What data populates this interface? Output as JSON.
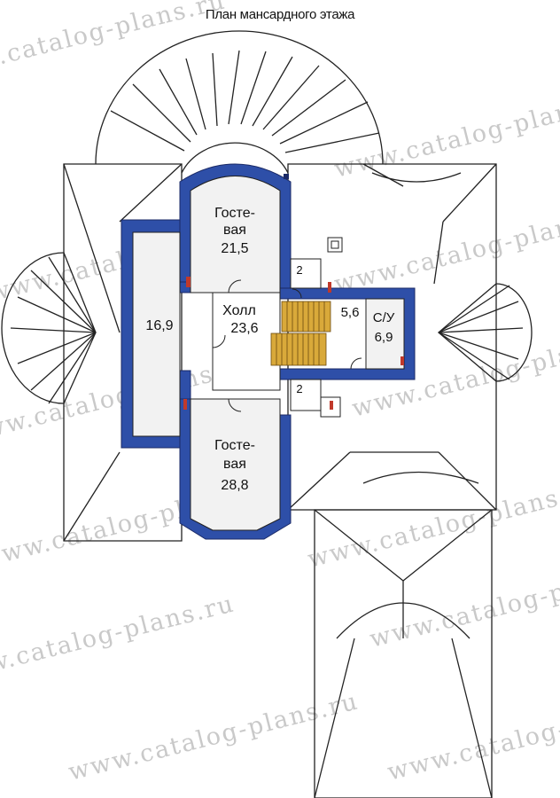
{
  "title": "План мансардного этажа",
  "watermark": "www.catalog-plans.ru",
  "colors": {
    "wall": "#2e4fa8",
    "wall_outline": "#1b2a66",
    "roof_line": "#222222",
    "room_fill": "#f2f2f2",
    "stair_fill": "#d9a93a",
    "door_red": "#c0392b",
    "watermark": "#c9c9c9"
  },
  "rooms": {
    "guest_top": {
      "name_line1": "Госте-",
      "name_line2": "вая",
      "area": "21,5"
    },
    "left": {
      "area": "16,9"
    },
    "hall": {
      "name": "Холл",
      "area": "23,6"
    },
    "stair": {
      "area": "5,6"
    },
    "bath": {
      "name": "С/У",
      "area": "6,9"
    },
    "guest_bottom": {
      "name_line1": "Госте-",
      "name_line2": "вая",
      "area": "28,8"
    }
  },
  "markers": {
    "upper": "2",
    "lower": "2"
  }
}
